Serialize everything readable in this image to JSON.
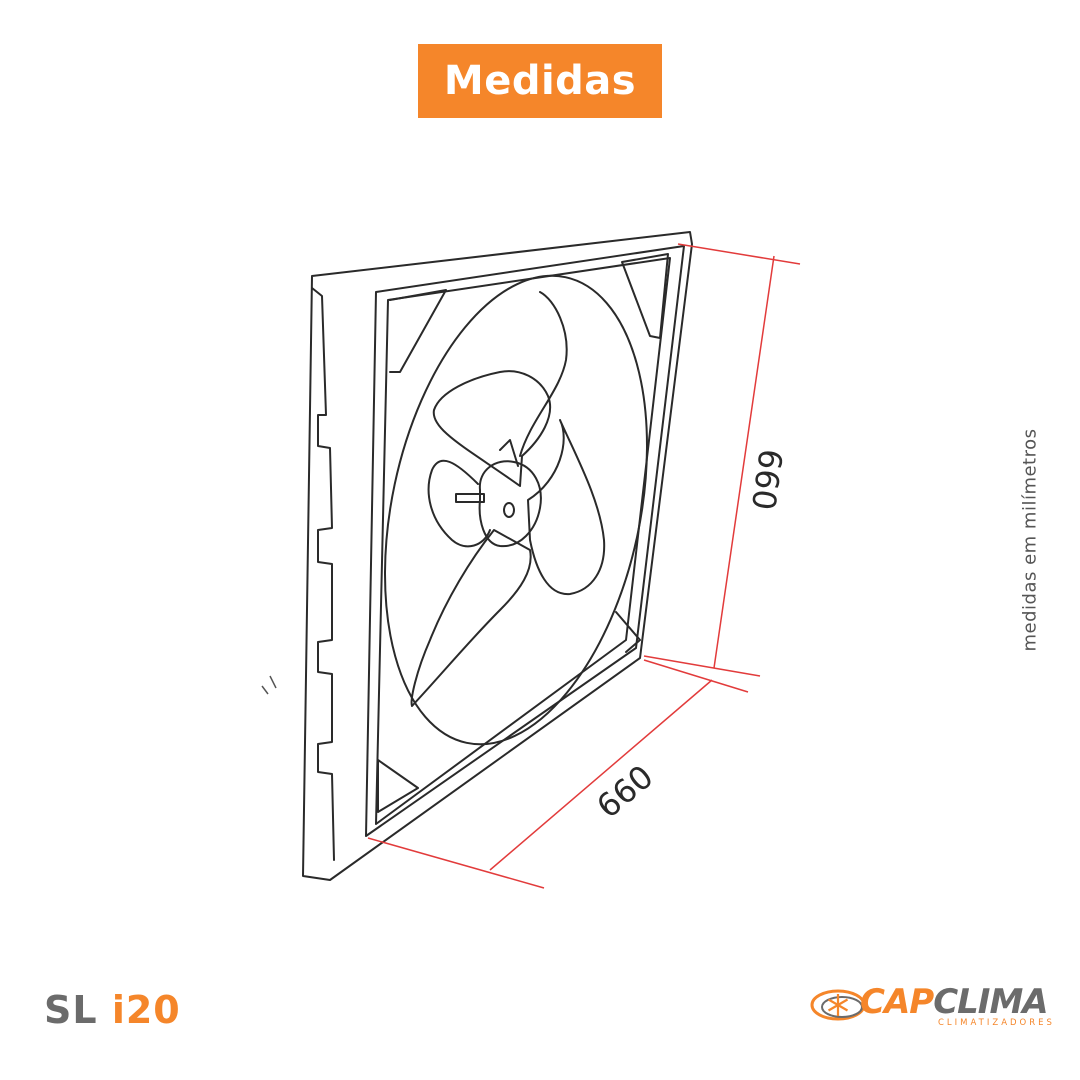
{
  "header": {
    "title": "Medidas"
  },
  "dimensions": {
    "height_label": "660",
    "width_label": "660"
  },
  "side_note": "medidas em milímetros",
  "footer": {
    "model_prefix": "SL ",
    "model_accent": "i20",
    "logo_cap": "CAP",
    "logo_clima": "CLIMA",
    "logo_sub": "CLIMATIZADORES"
  },
  "colors": {
    "accent": "#f5862a",
    "gray": "#6b6b6b",
    "dimension_line": "#e23b3b",
    "outline": "#2a2a2a"
  }
}
